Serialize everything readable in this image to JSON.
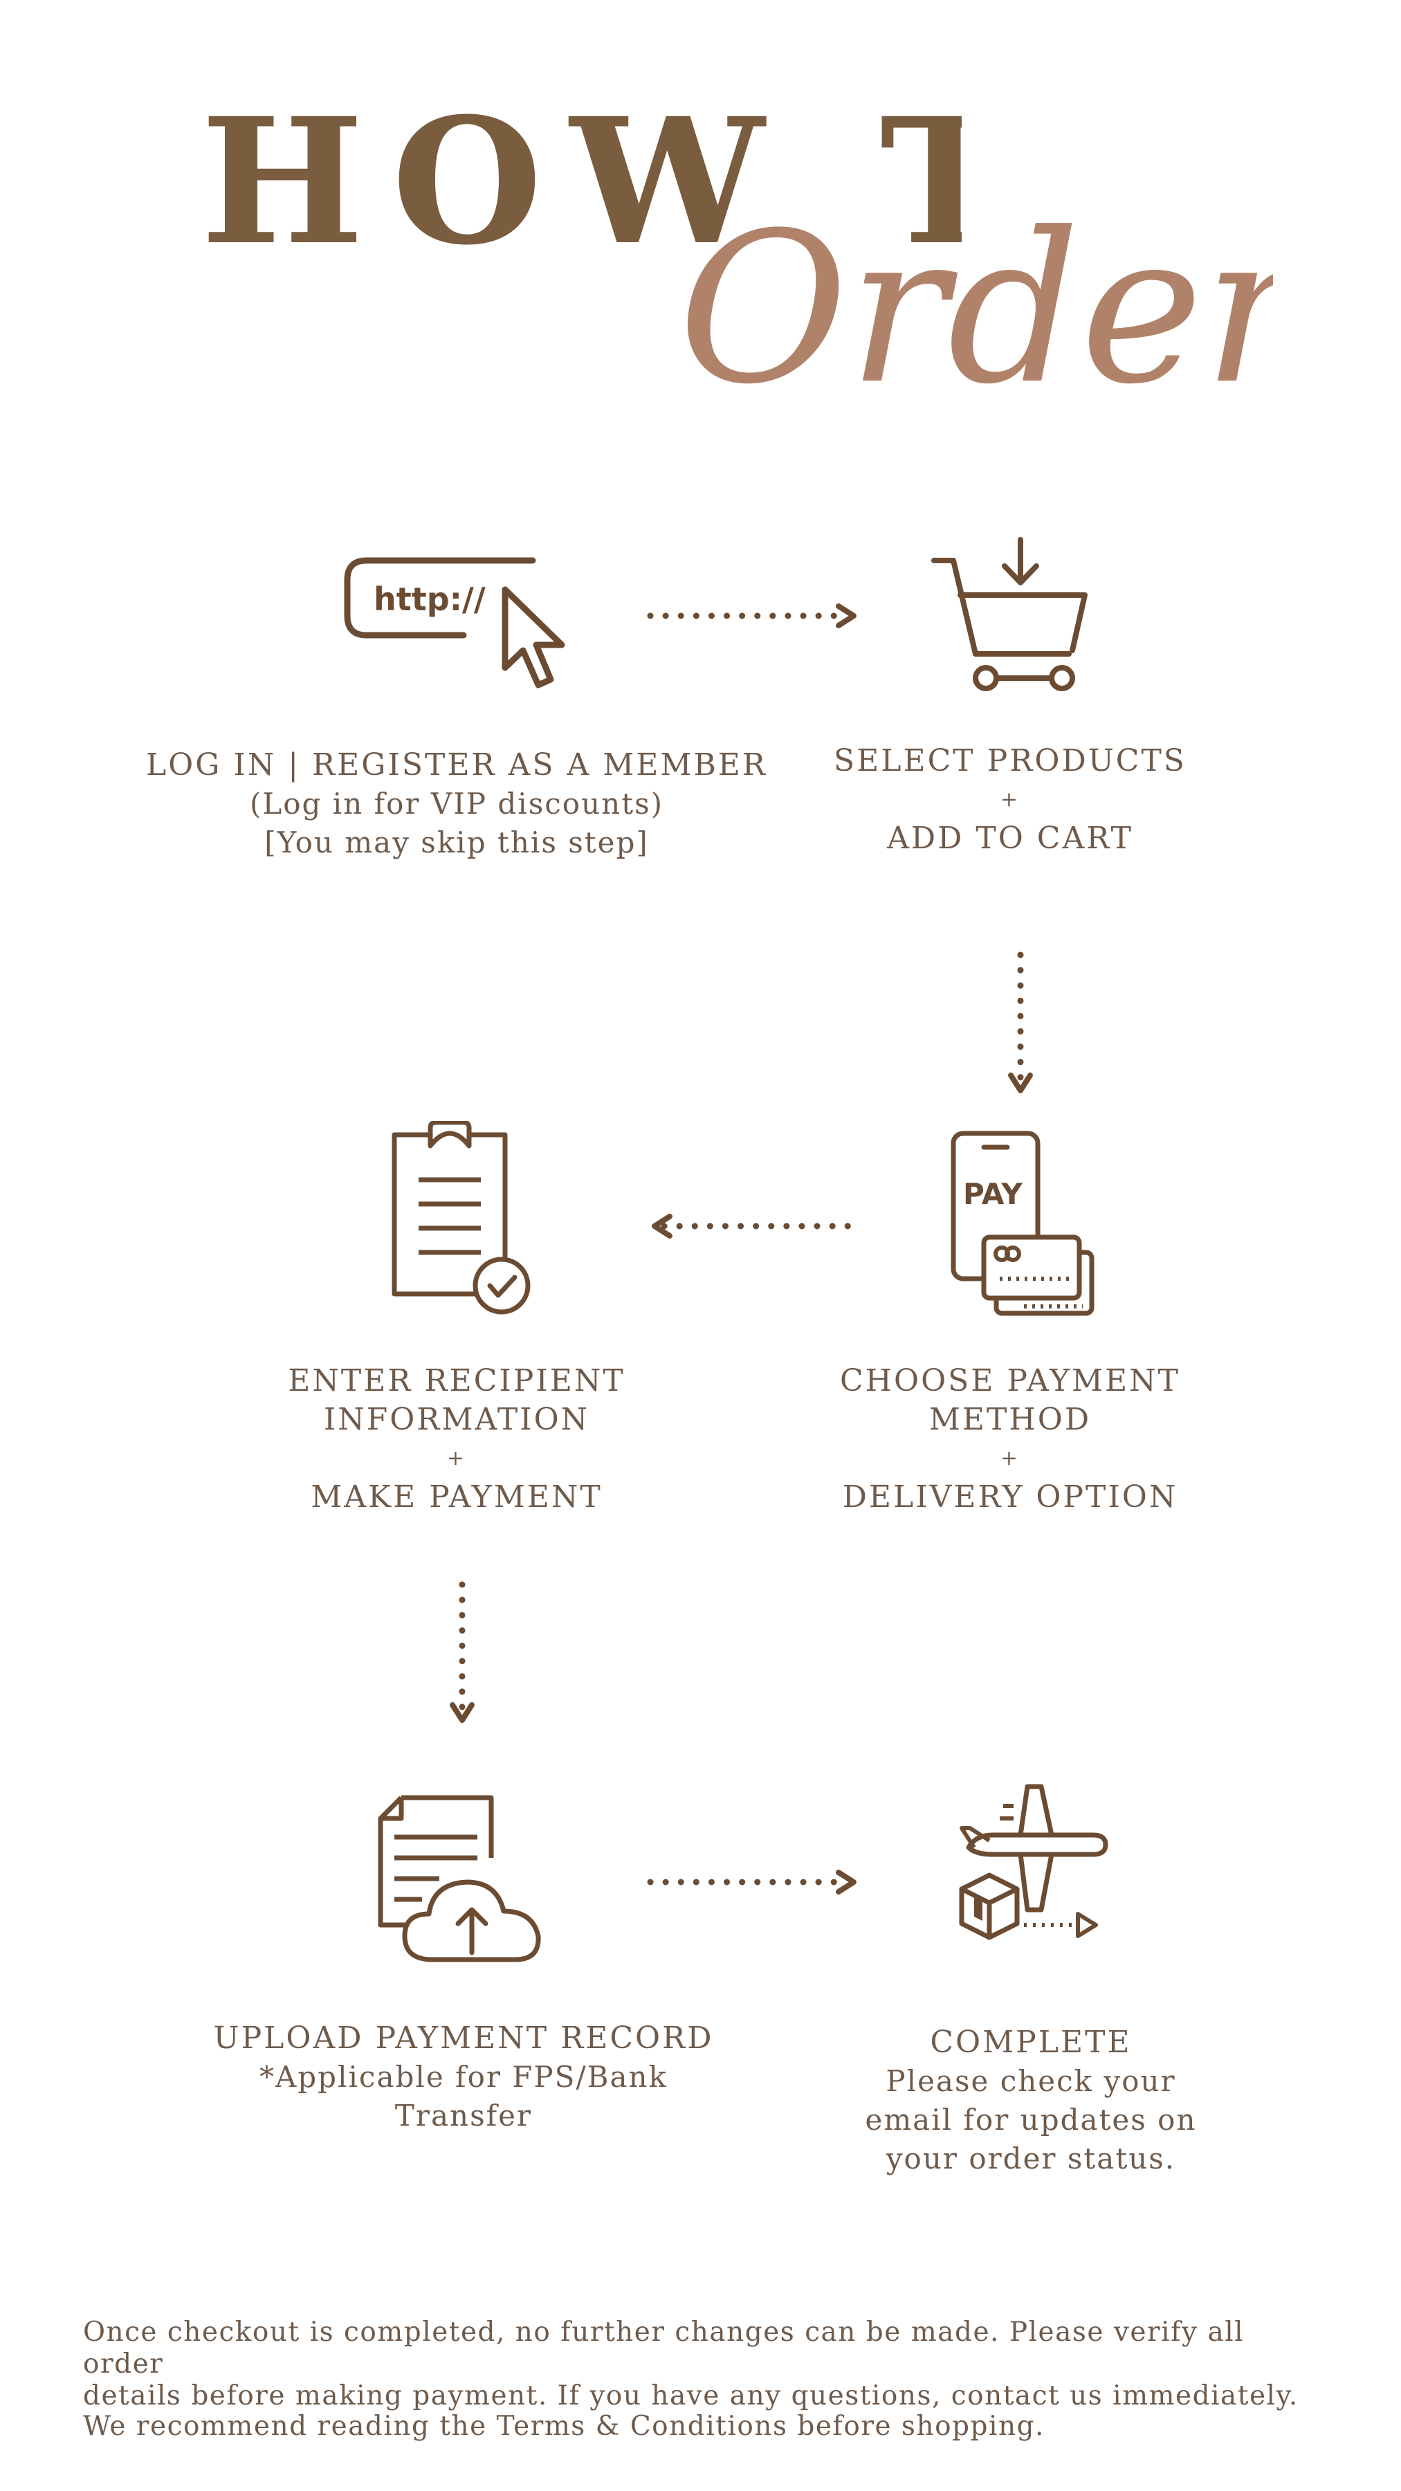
{
  "title": {
    "line1": "HOW TO",
    "line2": "Order?"
  },
  "colors": {
    "title_dark": "#7a5c3e",
    "title_script": "#b0826a",
    "icon": "#6b4c33",
    "text": "#6f5b4b"
  },
  "steps": [
    {
      "icon": "url-cursor-icon",
      "icon_text": "http://",
      "lines": [
        "LOG IN | REGISTER AS A MEMBER",
        "(Log in for VIP discounts)",
        "[You may skip this step]"
      ]
    },
    {
      "icon": "shopping-cart-icon",
      "lines": [
        "SELECT PRODUCTS",
        "+",
        "ADD TO CART"
      ]
    },
    {
      "icon": "phone-pay-card-icon",
      "icon_text": "PAY",
      "lines": [
        "CHOOSE PAYMENT",
        "METHOD",
        "+",
        "DELIVERY OPTION"
      ]
    },
    {
      "icon": "clipboard-check-icon",
      "lines": [
        "ENTER RECIPIENT",
        "INFORMATION",
        "+",
        "MAKE PAYMENT"
      ]
    },
    {
      "icon": "document-cloud-upload-icon",
      "lines": [
        "UPLOAD PAYMENT RECORD",
        "*Applicable for FPS/Bank",
        "Transfer"
      ]
    },
    {
      "icon": "airplane-package-icon",
      "lines": [
        "COMPLETE",
        "Please check your",
        "email for updates on",
        "your order status."
      ]
    }
  ],
  "footer": {
    "line1": "Once checkout is completed, no further changes can be made. Please verify all order",
    "line2": "details before making payment. If you have any questions, contact us immediately.",
    "line3": "We recommend reading the Terms & Conditions before shopping."
  }
}
